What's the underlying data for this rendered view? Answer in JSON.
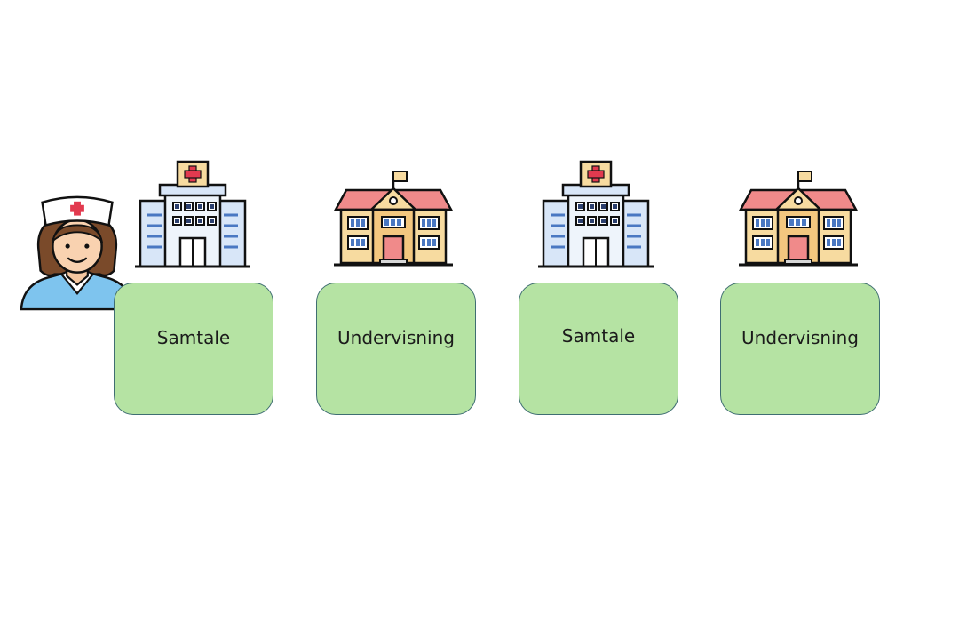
{
  "steps": [
    {
      "label": "Samtale",
      "icon": "hospital-icon"
    },
    {
      "label": "Undervisning",
      "icon": "school-icon"
    },
    {
      "label": "Samtale",
      "icon": "hospital-icon"
    },
    {
      "label": "Undervisning",
      "icon": "school-icon"
    }
  ],
  "person_icon": "nurse-icon",
  "colors": {
    "box_fill": "#b5e3a3",
    "box_border": "#3f6e72",
    "hospital_walls": "#d8e6f8",
    "school_roof": "#f08a8a",
    "school_walls": "#f7dba0",
    "nurse_uniform": "#7ec4ee",
    "cross": "#e23a4f"
  }
}
